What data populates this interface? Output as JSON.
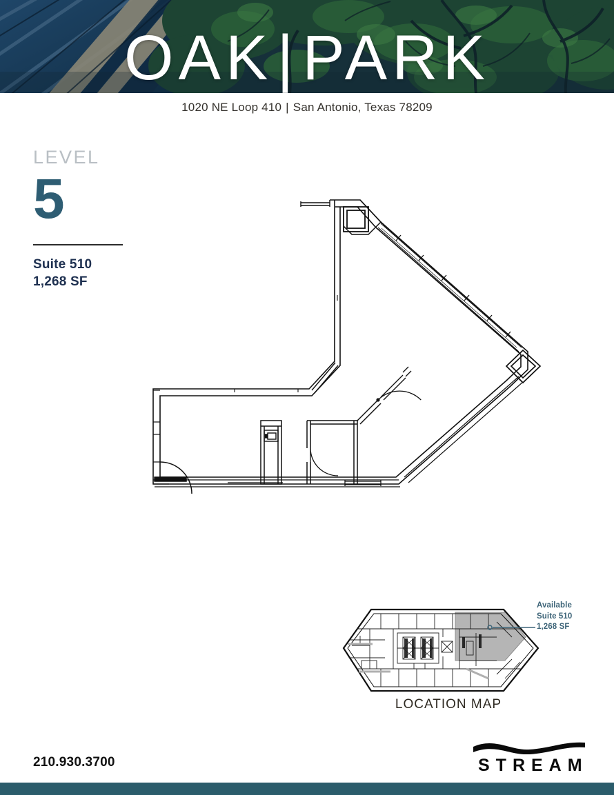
{
  "header": {
    "title_left": "OAK",
    "title_divider": "|",
    "title_right": "PARK",
    "address_line": "1020 NE Loop 410",
    "address_sep": "|",
    "address_city": "San Antonio, Texas 78209"
  },
  "info": {
    "level_label": "LEVEL",
    "level_number": "5",
    "suite": "Suite 510",
    "area": "1,268 SF"
  },
  "location_map": {
    "caption": "LOCATION MAP",
    "callout_status": "Available",
    "callout_suite": "Suite 510",
    "callout_area": "1,268 SF"
  },
  "footer": {
    "phone": "210.930.3700",
    "logo_word": "STREAM"
  },
  "colors": {
    "level_number": "#2e5d73",
    "suite_text": "#1e3050",
    "callout_text": "#3d6478",
    "bottom_bar": "#2b5c6b",
    "highlight_fill": "#b5b5b5",
    "caption": "#2f2a22"
  }
}
